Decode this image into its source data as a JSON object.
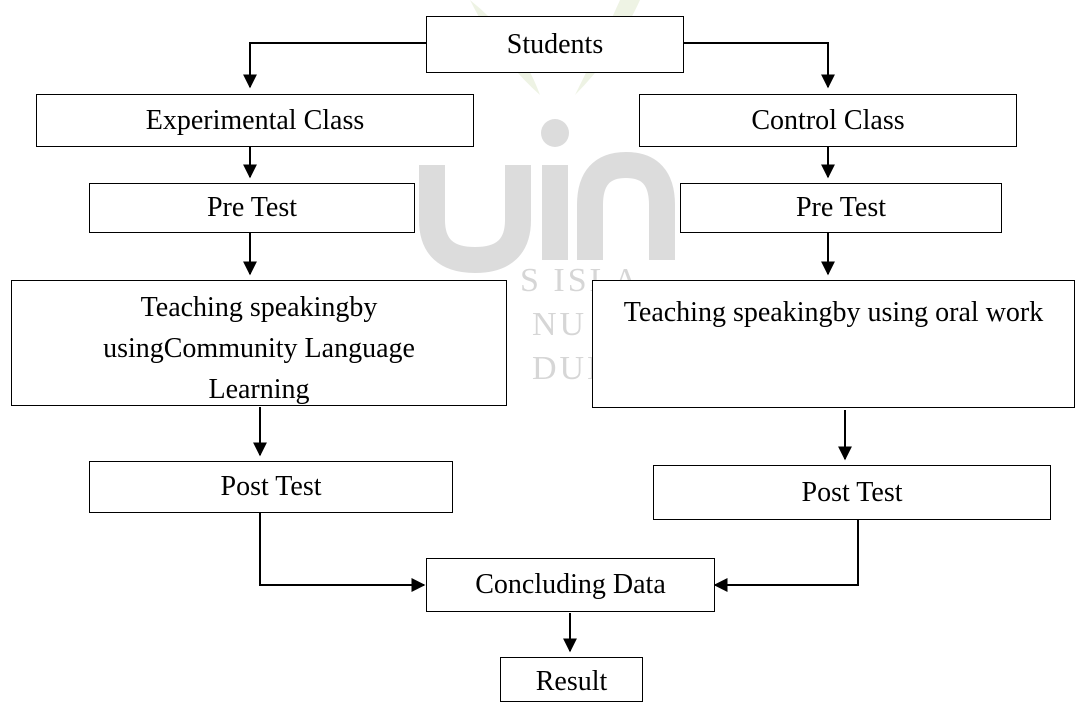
{
  "nodes": {
    "students": "Students",
    "experimental_class": "Experimental Class",
    "control_class": "Control Class",
    "pre_test_left": "Pre Test",
    "pre_test_right": "Pre Test",
    "teaching_left": "Teaching speakingby usingCommunity Language Learning",
    "teaching_right": "Teaching speakingby using oral work",
    "post_test_left": "Post Test",
    "post_test_right": "Post Test",
    "concluding_data": "Concluding Data",
    "result": "Result"
  },
  "watermark": {
    "logo_text": "uin",
    "line1": "S ISLA",
    "line2": "NU",
    "line3": "DUN"
  },
  "colors": {
    "line": "#000000",
    "watermark": "#d6d6d6",
    "watermark_accent": "#e8eedd"
  }
}
